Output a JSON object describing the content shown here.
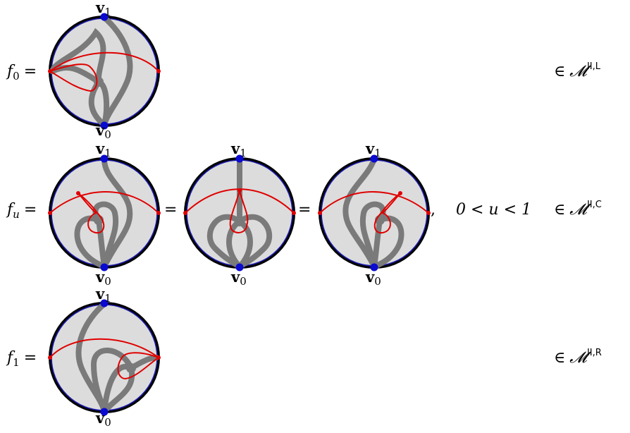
{
  "rows": [
    {
      "lhs": "f",
      "lhs_sub": "0",
      "eq": "=",
      "vtop": "v",
      "vtop_sub": "1",
      "vbot": "v",
      "vbot_sub": "0",
      "membership_symbol": "∈",
      "membership_set": "𝓜",
      "membership_sup": "II,L"
    },
    {
      "lhs": "f",
      "lhs_sub": "u",
      "eq": "=",
      "eq2": "=",
      "eq3": "=",
      "comma": ",",
      "condition": "0 < u < 1",
      "vtop": "v",
      "vtop_sub": "1",
      "vbot": "v",
      "vbot_sub": "0",
      "membership_symbol": "∈",
      "membership_set": "𝓜",
      "membership_sup": "II,C"
    },
    {
      "lhs": "f",
      "lhs_sub": "1",
      "eq": "=",
      "vtop": "v",
      "vtop_sub": "1",
      "vbot": "v",
      "vbot_sub": "0",
      "membership_symbol": "∈",
      "membership_set": "𝓜",
      "membership_sup": "II,R"
    }
  ],
  "colors": {
    "disk_fill": "#dcdcdc",
    "disk_outer": "#000000",
    "disk_inner": "#1a1aa8",
    "strand": "#7a7a7a",
    "arc": "#e00000",
    "vertex": "#0a0ad0"
  }
}
